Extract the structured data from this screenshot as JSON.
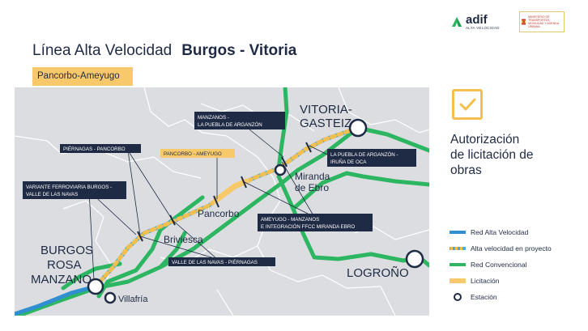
{
  "header": {
    "title_prefix": "Línea Alta Velocidad",
    "title_route": "Burgos - Vitoria",
    "section_tag": "Pancorbo-Ameyugo"
  },
  "logos": {
    "adif_name": "adif",
    "adif_sub": "ALTA VELOCIDAD",
    "gov_text": "MINISTERIO DE TRANSPORTES, MOVILIDAD Y AGENDA URBANA"
  },
  "map": {
    "cities": {
      "burgos": [
        "BURGOS",
        "ROSA",
        "MANZANO"
      ],
      "vitoria": [
        "VITORIA-",
        "GASTEIZ"
      ],
      "logrono": "LOGROÑO",
      "miranda": [
        "Miranda",
        "de Ebro"
      ],
      "pancorbo": "Pancorbo",
      "briviesca": "Briviesca",
      "villafria": "Villafría"
    },
    "sections": {
      "manzanos_puebla": [
        "MANZANOS -",
        "LA PUEBLA DE ARGANZÓN"
      ],
      "piernagas_pancorbo": "PIÉRNAGAS - PANCORBO",
      "pancorbo_ameyugo": "PANCORBO - AMEYUGO",
      "variante": [
        "VARIANTE FERROVIARIA BURGOS -",
        "VALLE DE LAS NAVAS"
      ],
      "puebla_iruna": [
        "LA PUEBLA DE ARGANZÓN -",
        "IRUÑA DE OCA"
      ],
      "ameyugo_manzanos": [
        "AMEYUGO - MANZANOS",
        "E INTEGRACIÓN FFCC MIRANDA EBRO"
      ],
      "valle_piernagas": "VALLE DE LAS NAVAS - PIÉRNAGAS"
    }
  },
  "status": {
    "label": [
      "Autorización",
      "de licitación de",
      "obras"
    ],
    "icon": "check-icon"
  },
  "legend": [
    {
      "label": "Red Alta Velocidad",
      "type": "hsr"
    },
    {
      "label": "Alta velocidad en proyecto",
      "type": "project"
    },
    {
      "label": "Red Convencional",
      "type": "conventional"
    },
    {
      "label": "Licitación",
      "type": "tender"
    },
    {
      "label": "Estación",
      "type": "station"
    }
  ],
  "colors": {
    "hsr": "#2f8fd0",
    "project_a": "#4ea8d8",
    "project_b": "#f3c04f",
    "conventional": "#2db661",
    "tender": "#f7c96b",
    "navy": "#1f2a44",
    "map_bg": "#dcdde0"
  }
}
